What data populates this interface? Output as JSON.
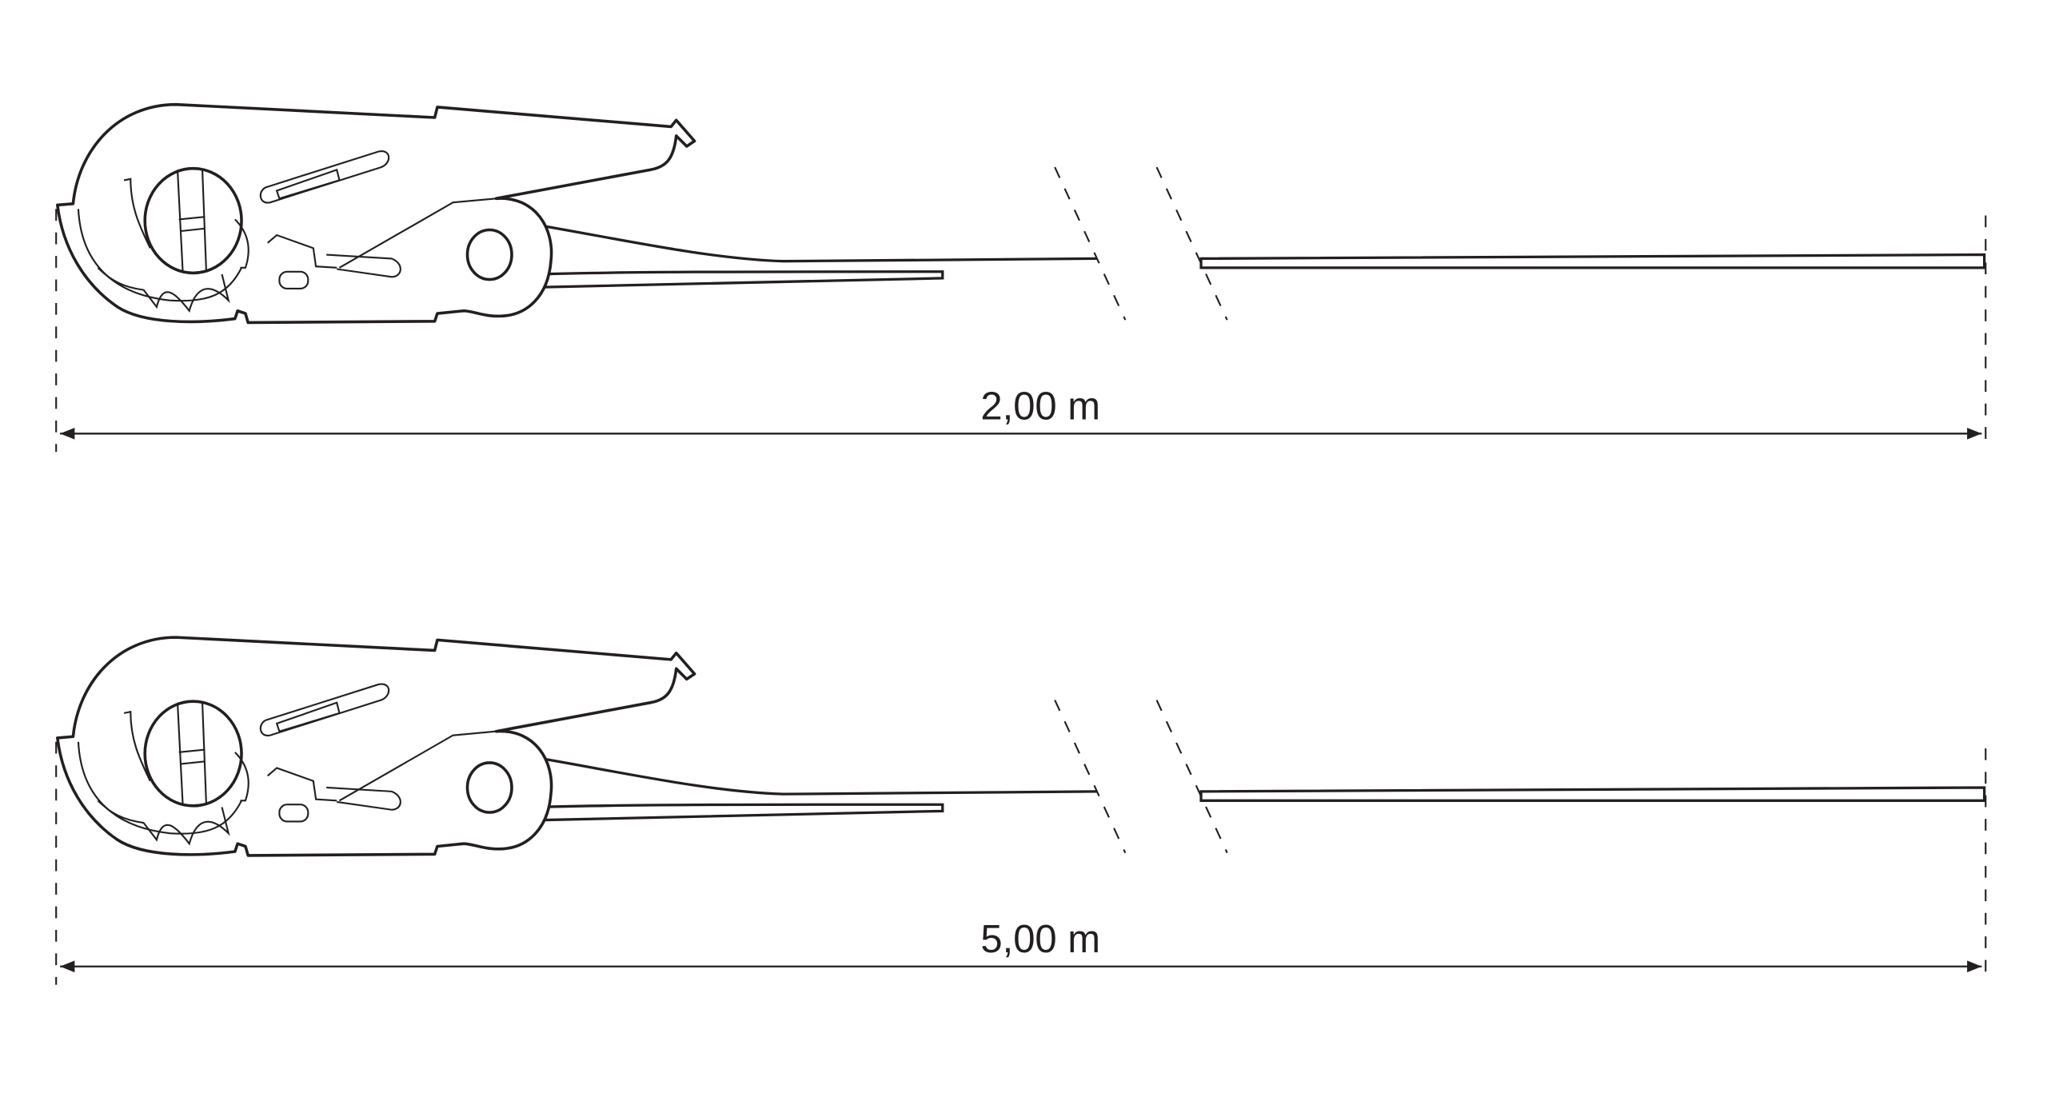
{
  "diagrams": [
    {
      "name": "ratchet-strap-short",
      "dimension_label": "2,00 m"
    },
    {
      "name": "ratchet-strap-long",
      "dimension_label": "5,00 m"
    }
  ],
  "colors": {
    "line": "#231f20",
    "background": "#ffffff"
  }
}
